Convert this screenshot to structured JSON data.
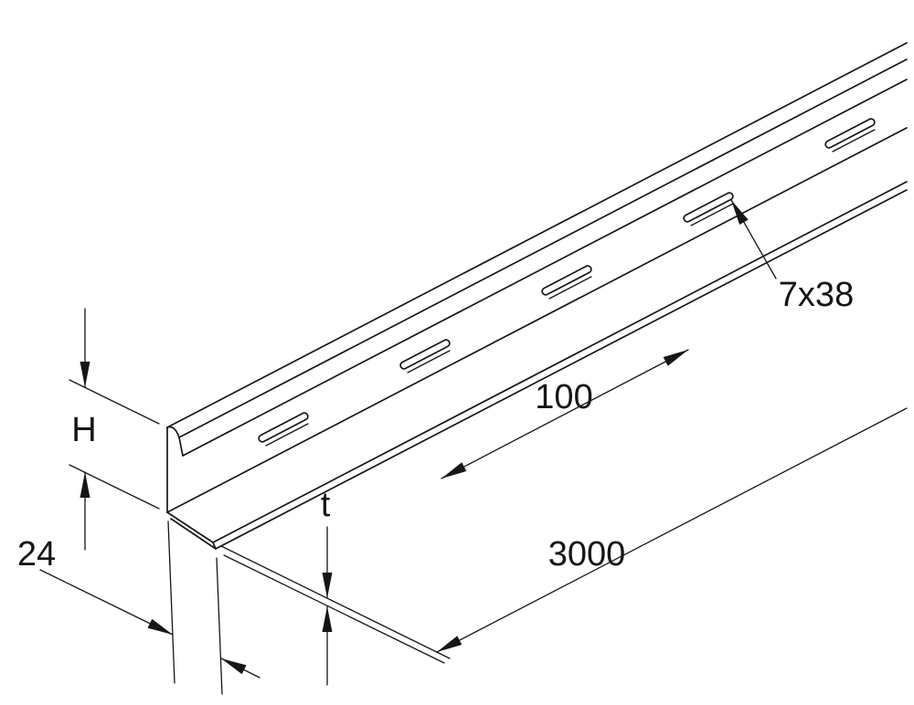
{
  "diagram": {
    "type": "technical-drawing",
    "subject": "slotted-divider-profile",
    "colors": {
      "line": "#161616",
      "background": "#ffffff"
    },
    "labels": {
      "height": "H",
      "depth": "24",
      "thickness": "t",
      "slot_pitch": "100",
      "profile_length": "3000",
      "slot_size": "7x38"
    }
  }
}
